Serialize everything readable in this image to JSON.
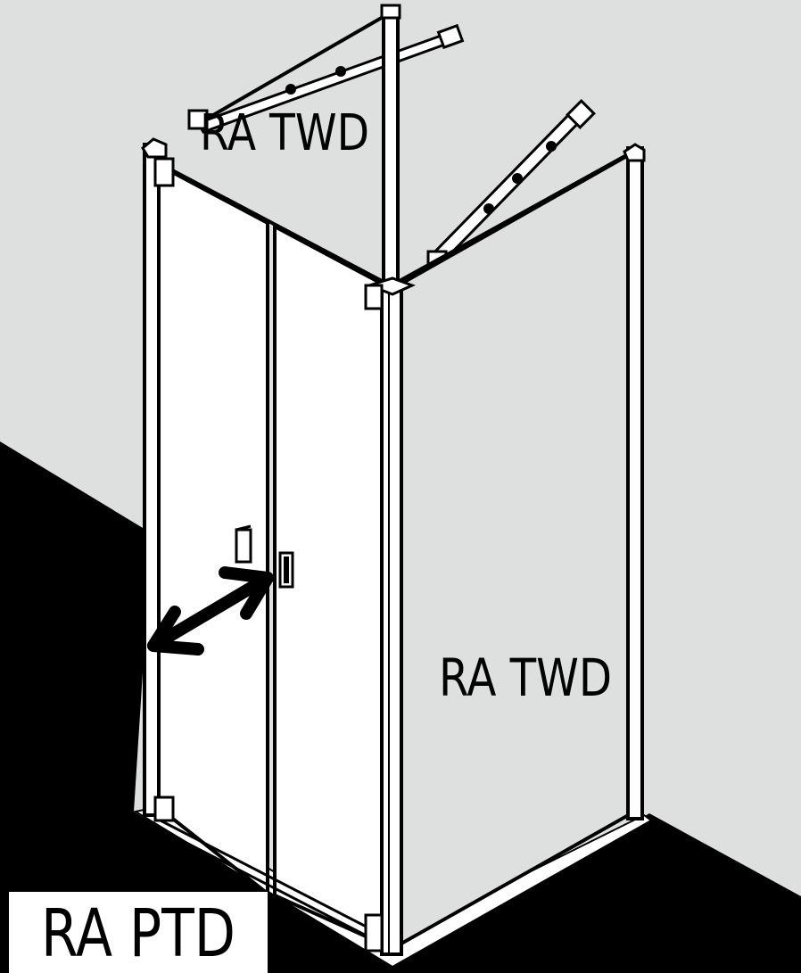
{
  "labels": {
    "back_panel": "RA TWD",
    "side_panel": "RA TWD",
    "front_door": "RA PTD"
  },
  "colors": {
    "wall": "#dedfdf",
    "floor": "#000000",
    "glass": "#ffffff",
    "line": "#000000",
    "side_glass": "#dedfdf"
  },
  "icons": {
    "door_swing": "double-headed-arrow-icon"
  }
}
